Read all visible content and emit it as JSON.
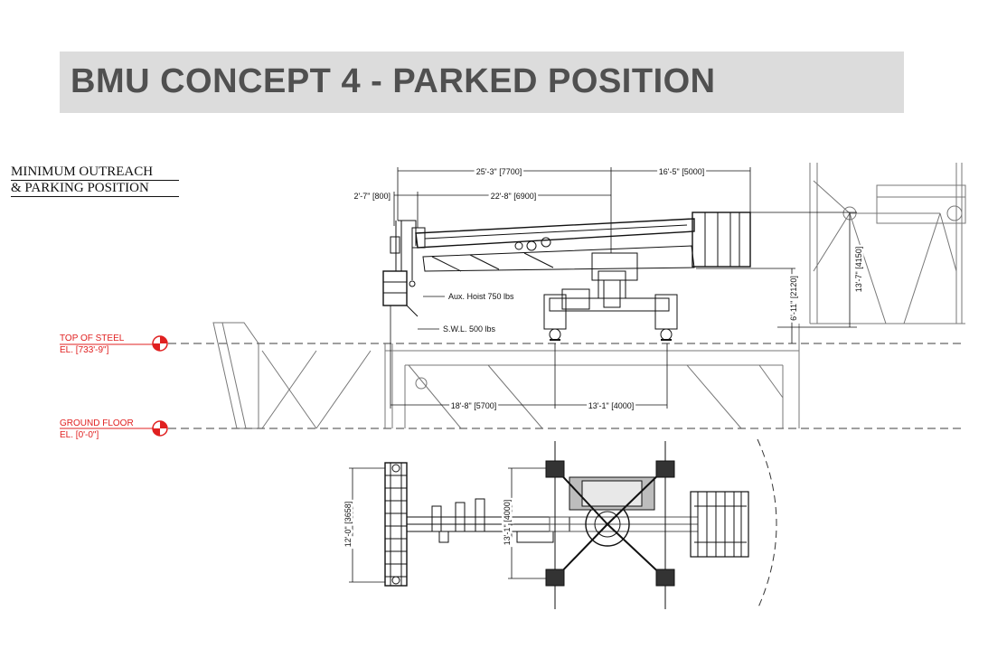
{
  "title": "BMU CONCEPT 4 - PARKED POSITION",
  "subtitle_line1": "MINIMUM OUTREACH",
  "subtitle_line2": "& PARKING POSITION",
  "dimensions": {
    "top_total": "25'-3\" [7700]",
    "top_right": "16'-5\" [5000]",
    "left_small": "2'-7\" [800]",
    "mid": "22'-8\" [6900]",
    "vertical_right": "13'-7\" [4150]",
    "vertical_mid": "6'-11\" [2120]",
    "bottom_left": "18'-8\" [5700]",
    "bottom_right": "13'-1\" [4000]",
    "plan_height": "12'-0\" [3658]",
    "plan_track": "13'-1\" [4000]"
  },
  "labels": {
    "aux_hoist": "Aux. Hoist 750 lbs",
    "swl": "S.W.L. 500 lbs"
  },
  "elevations": {
    "steel_label": "TOP OF STEEL",
    "steel_value": "EL. [733'-9\"]",
    "ground_label": "GROUND FLOOR",
    "ground_value": "EL. [0'-0\"]"
  },
  "colors": {
    "title_band": "#dcdcdc",
    "title_text": "#505050",
    "elevation": "#e02020"
  }
}
